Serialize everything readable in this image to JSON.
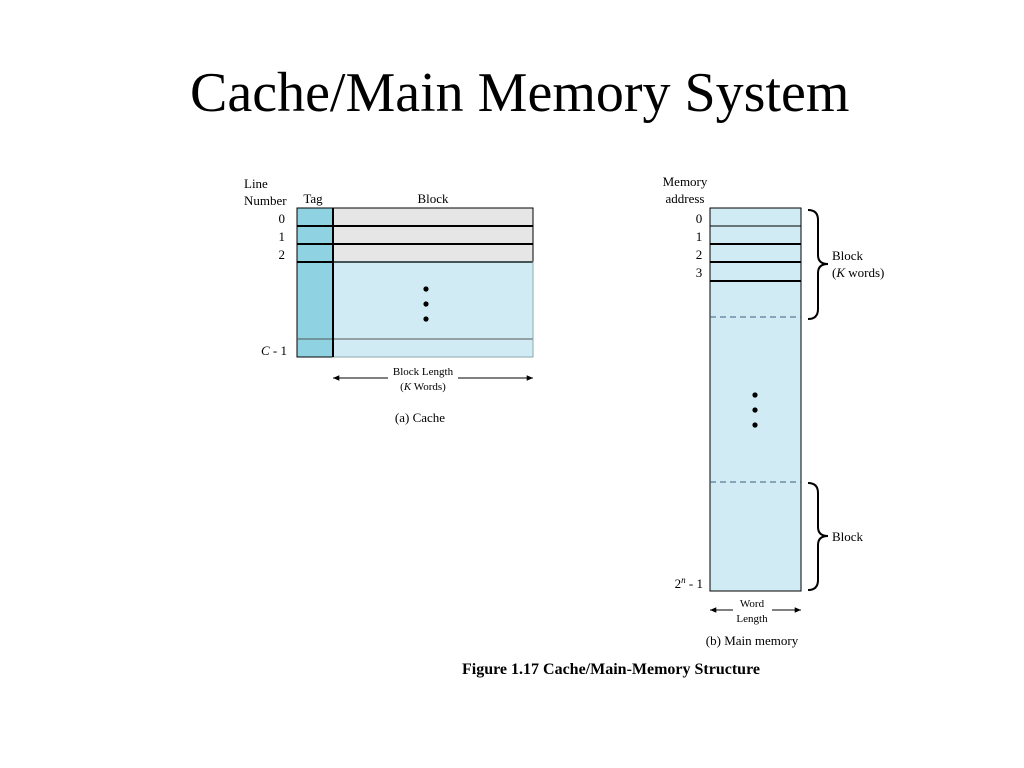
{
  "slide": {
    "title": "Cache/Main Memory System"
  },
  "cache": {
    "line_number_label_1": "Line",
    "line_number_label_2": "Number",
    "tag_label": "Tag",
    "block_label": "Block",
    "rows": [
      "0",
      "1",
      "2"
    ],
    "last_row_prefix": "C",
    "last_row_suffix": " - 1",
    "block_length_1": "Block Length",
    "block_length_2_prefix": "(",
    "block_length_2_var": "K",
    "block_length_2_suffix": " Words)",
    "caption": "(a) Cache"
  },
  "memory": {
    "address_label_1": "Memory",
    "address_label_2": "address",
    "rows": [
      "0",
      "1",
      "2",
      "3"
    ],
    "last_row_base": "2",
    "last_row_exp": "n",
    "last_row_suffix": " - 1",
    "block_label_1": "Block",
    "block_label_2_prefix": "(",
    "block_label_2_var": "K",
    "block_label_2_suffix": " words)",
    "block_label_bottom": "Block",
    "word_length_1": "Word",
    "word_length_2": "Length",
    "caption": "(b) Main memory"
  },
  "figure_caption": "Figure 1.17  Cache/Main-Memory Structure",
  "colors": {
    "tag_fill": "#8fd3e3",
    "block_fill_light": "#e6e6e6",
    "block_fill_blue": "#d1ebf5",
    "memory_fill": "#d1ebf5",
    "stroke": "#000000",
    "dashed": "#3a5f7a"
  }
}
